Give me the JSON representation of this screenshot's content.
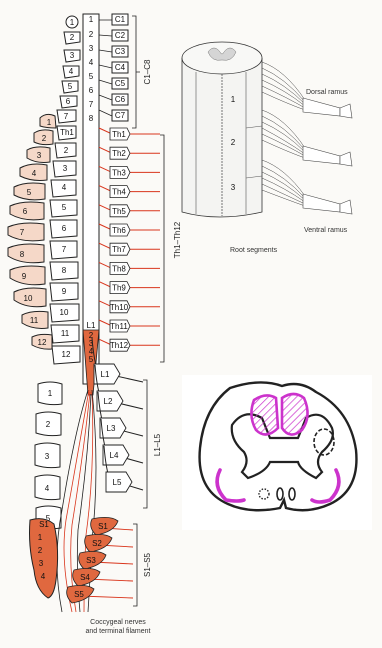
{
  "cervical_vertebrae": [
    "1",
    "2",
    "3",
    "4",
    "5",
    "6",
    "7"
  ],
  "cervical_cord_segments": [
    "1",
    "2",
    "3",
    "4",
    "5",
    "6",
    "7",
    "8"
  ],
  "cervical_nerves": [
    "C1",
    "C2",
    "C3",
    "C4",
    "C5",
    "C6",
    "C7"
  ],
  "rib_numbers": [
    "1",
    "2",
    "3",
    "4",
    "5",
    "6",
    "7",
    "8",
    "9",
    "10",
    "11",
    "12"
  ],
  "thoracic_vertebrae": [
    "Th1",
    "2",
    "3",
    "4",
    "5",
    "6",
    "7",
    "8",
    "9",
    "10",
    "11",
    "12"
  ],
  "thoracic_nerves": [
    "Th1",
    "Th2",
    "Th3",
    "Th4",
    "Th5",
    "Th6",
    "Th7",
    "Th8",
    "Th9",
    "Th10",
    "Th11",
    "Th12"
  ],
  "lumbar_cord_segments": [
    "L1",
    "2",
    "3",
    "4",
    "5"
  ],
  "lumbar_vertebrae": [
    "1",
    "2",
    "3",
    "4",
    "5"
  ],
  "lumbar_nerves": [
    "L1",
    "L2",
    "L3",
    "L4",
    "L5"
  ],
  "sacral_nerves": [
    "S1",
    "S2",
    "S3",
    "S4",
    "S5"
  ],
  "sacrum_numbers": [
    "S1",
    "1",
    "2",
    "3",
    "4"
  ],
  "region_labels": [
    "C1–C8",
    "Th1–Th12",
    "L1–L5",
    "S1–S5"
  ],
  "caption_coccygeal": [
    "Coccygeal nerves",
    "and terminal filament"
  ],
  "cord_section": {
    "segment_numbers": [
      "1",
      "2",
      "3"
    ],
    "dorsal_label": "Dorsal ramus",
    "ventral_label": "Ventral ramus",
    "caption": "Root segments"
  },
  "colors": {
    "thoracic_nerve": "#d9351c",
    "sacral_fill": "#e0683f",
    "vertebra_fill": "#f5d8c8",
    "cross_section_marker": "#cc33cc"
  }
}
